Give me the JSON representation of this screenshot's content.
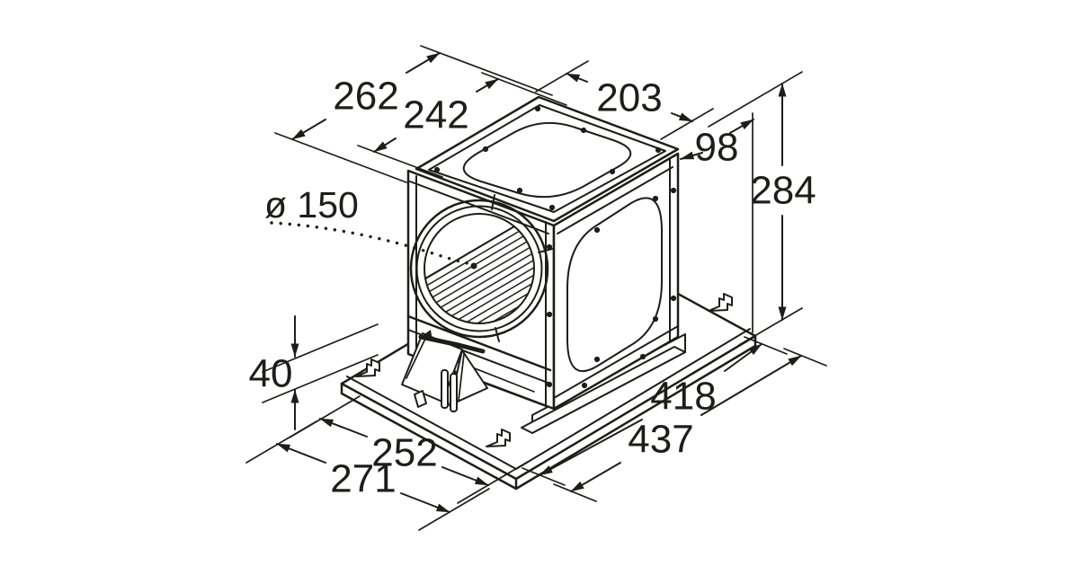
{
  "theme": {
    "line_color": "#1d1d1b",
    "background_color": "#ffffff"
  },
  "diagram": {
    "kind": "isometric dimension drawing of a remote fan / blower unit on mounting plate",
    "dimensions": {
      "top_outer_width": "262",
      "top_inner_width": "242",
      "top_depth": "203",
      "side_offset": "98",
      "height": "284",
      "duct_diameter": "ø 150",
      "clearance": "40",
      "base_width_inner": "252",
      "base_width_outer": "271",
      "base_length_inner": "418",
      "base_length_outer": "437"
    }
  }
}
